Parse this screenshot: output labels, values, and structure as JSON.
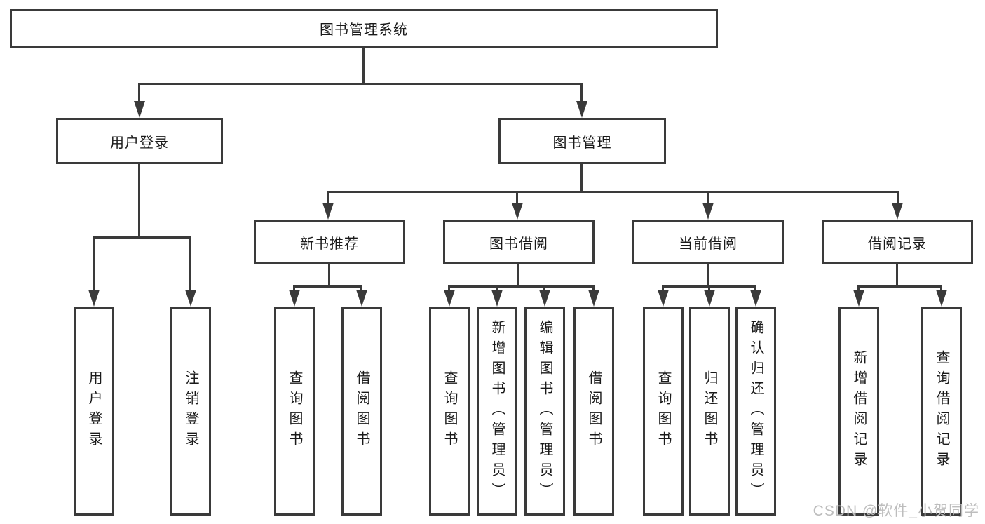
{
  "diagram": {
    "tree": {
      "label": "图书管理系统",
      "children": [
        {
          "label": "用户登录",
          "children": [
            {
              "label": "用户登录"
            },
            {
              "label": "注销登录"
            }
          ]
        },
        {
          "label": "图书管理",
          "children": [
            {
              "label": "新书推荐",
              "children": [
                {
                  "label": "查询图书"
                },
                {
                  "label": "借阅图书"
                }
              ]
            },
            {
              "label": "图书借阅",
              "children": [
                {
                  "label": "查询图书"
                },
                {
                  "label": "新增图书（管理员）"
                },
                {
                  "label": "编辑图书（管理员）"
                },
                {
                  "label": "借阅图书"
                }
              ]
            },
            {
              "label": "当前借阅",
              "children": [
                {
                  "label": "查询图书"
                },
                {
                  "label": "归还图书"
                },
                {
                  "label": "确认归还（管理员）"
                }
              ]
            },
            {
              "label": "借阅记录",
              "children": [
                {
                  "label": "新增借阅记录"
                },
                {
                  "label": "查询借阅记录"
                }
              ]
            }
          ]
        }
      ]
    },
    "watermark": "CSDN @软件_小贺同学",
    "colors": {
      "line": "#3a3a3a",
      "text": "#1a1a1a",
      "watermark": "#bdbdbd",
      "background": "#ffffff"
    }
  }
}
